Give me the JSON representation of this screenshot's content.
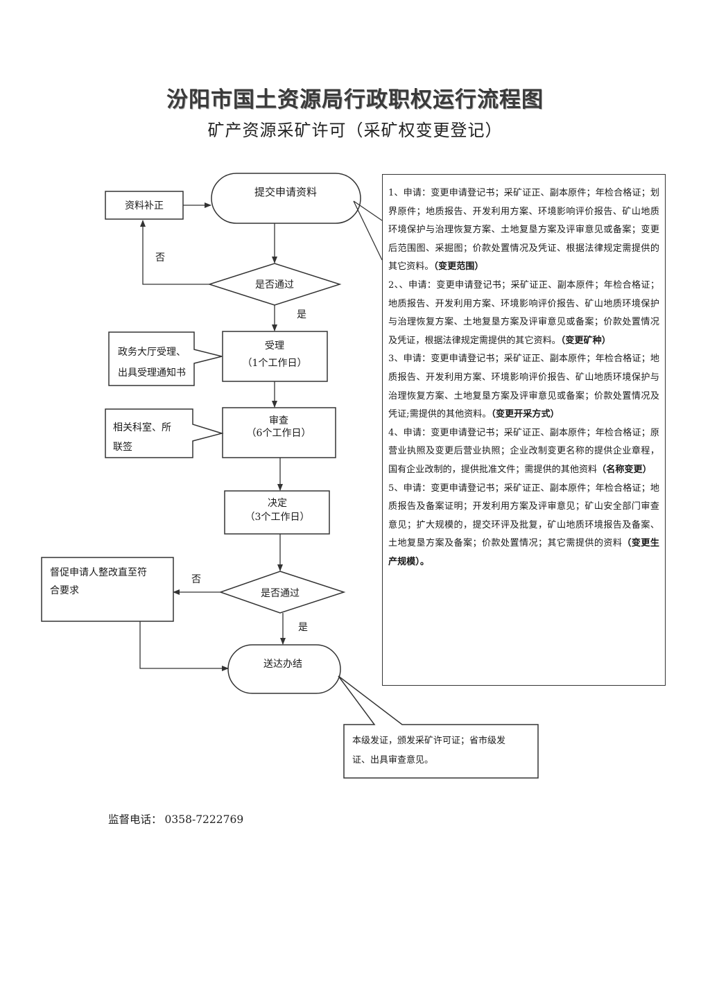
{
  "header": {
    "title": "汾阳市国土资源局行政职权运行流程图",
    "subtitle": "矿产资源采矿许可（采矿权变更登记）"
  },
  "flow": {
    "submit": "提交申请资料",
    "supplement": "资料补正",
    "check1": "是否通过",
    "no1": "否",
    "yes1": "是",
    "accept": {
      "line1": "受理",
      "line2": "（1个工作日）"
    },
    "accept_note": {
      "line1": "政务大厅受理、",
      "line2": "出具受理通知书"
    },
    "review": {
      "line1": "审查",
      "line2": "（6个工作日）"
    },
    "review_note": {
      "line1": "相关科室、所",
      "line2": "联签"
    },
    "decide": {
      "line1": "决定",
      "line2": "（3个工作日）"
    },
    "check2": "是否通过",
    "no2": "否",
    "yes2": "是",
    "urge": {
      "line1": "督促申请人整改直至符",
      "line2": "合要求"
    },
    "deliver": "送达办结",
    "deliver_note": {
      "line1": "本级发证，颁发采矿许可证；省市级发",
      "line2": "证、出具审查意见。"
    }
  },
  "requirements": [
    {
      "text": "1、申请：变更申请登记书；采矿证正、副本原件；年检合格证；划界原件；地质报告、开发利用方案、环境影响评价报告、矿山地质环境保护与治理恢复方案、土地复垦方案及评审意见或备案；变更后范围图、采掘图；价款处置情况及凭证、根据法律规定需提供的其它资料。",
      "tag": "（变更范围）"
    },
    {
      "text": "2、、申请：变更申请登记书；采矿证正、副本原件；年检合格证；地质报告、开发利用方案、环境影响评价报告、矿山地质环境保护与治理恢复方案、土地复垦方案及评审意见或备案；价款处置情况及凭证，根据法律规定需提供的其它资料。",
      "tag": "（变更矿种）"
    },
    {
      "text": "3、申请：变更申请登记书；采矿证正、副本原件；年检合格证；地质报告、开发利用方案、环境影响评价报告、矿山地质环境保护与治理恢复方案、土地复垦方案及评审意见或备案；价款处置情况及凭证;需提供的其他资料。",
      "tag": "（变更开采方式）"
    },
    {
      "text": "4、申请：变更申请登记书；采矿证正、副本原件；年检合格证；原营业执照及变更后营业执照；企业改制变更名称的提供企业章程，国有企业改制的，提供批准文件；需提供的其他资料",
      "tag": "（名称变更）"
    },
    {
      "text": "5、申请：变更申请登记书；采矿证正、副本原件；年检合格证；地质报告及备案证明；开发利用方案及评审意见；矿山安全部门审查意见；扩大规模的，提交环评及批复，矿山地质环境报告及备案、土地复垦方案及备案；价款处置情况；其它需提供的资料",
      "tag": "（变更生产规模）。"
    }
  ],
  "footer": {
    "phone_label": "监督电话：",
    "phone": "0358-7222769"
  }
}
